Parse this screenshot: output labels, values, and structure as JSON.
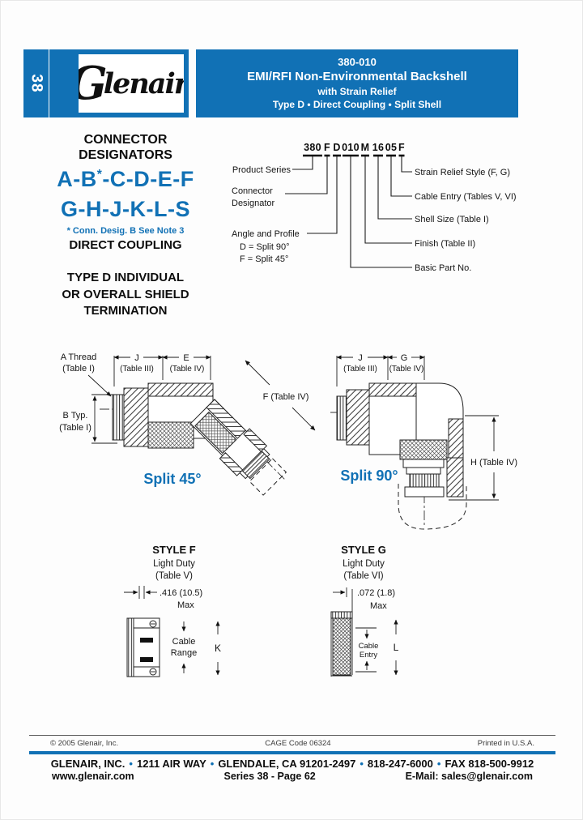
{
  "colors": {
    "brand_blue": "#1171b5"
  },
  "header": {
    "series_tab": "38",
    "logo_g": "G",
    "logo_rest": "lenair",
    "logo_reg": "®",
    "doc_number": "380-010",
    "title": "EMI/RFI Non-Environmental Backshell",
    "subtitle": "with Strain Relief",
    "type_line": "Type D • Direct Coupling • Split Shell"
  },
  "designators": {
    "heading1": "CONNECTOR",
    "heading2": "DESIGNATORS",
    "row1_pre": "A-B",
    "row1_sup": "*",
    "row1_post": "-C-D-E-F",
    "row2": "G-H-J-K-L-S",
    "note": "* Conn. Desig. B See Note 3",
    "coupling": "DIRECT COUPLING",
    "type1": "TYPE D INDIVIDUAL",
    "type2": "OR OVERALL SHIELD",
    "type3": "TERMINATION"
  },
  "pn": {
    "segments": [
      "380",
      "F",
      "D",
      "010",
      "M",
      "16",
      "05",
      "F"
    ],
    "product_series": "Product Series",
    "connector1": "Connector",
    "connector2": "Designator",
    "angle": "Angle and Profile",
    "angle_d": "D = Split 90°",
    "angle_f": "F = Split 45°",
    "strain": "Strain Relief Style (F, G)",
    "cable": "Cable Entry (Tables V, VI)",
    "shell": "Shell Size (Table I)",
    "finish": "Finish (Table II)",
    "basic": "Basic Part No."
  },
  "split45": {
    "a1": "A Thread",
    "a2": "(Table I)",
    "j": "J",
    "jt": "(Table III)",
    "e": "E",
    "et": "(Table IV)",
    "f": "F (Table IV)",
    "b1": "B Typ.",
    "b2": "(Table I)",
    "caption": "Split 45°"
  },
  "split90": {
    "j": "J",
    "jt": "(Table III)",
    "g": "G",
    "gt": "(Table IV)",
    "h": "H (Table IV)",
    "caption": "Split 90°"
  },
  "styleF": {
    "title": "STYLE F",
    "duty": "Light Duty",
    "table": "(Table V)",
    "dim": ".416 (10.5)",
    "max": "Max",
    "c1": "Cable",
    "c2": "Range",
    "k": "K"
  },
  "styleG": {
    "title": "STYLE G",
    "duty": "Light Duty",
    "table": "(Table VI)",
    "dim": ".072 (1.8)",
    "max": "Max",
    "c1": "Cable",
    "c2": "Entry",
    "l": "L"
  },
  "footer": {
    "copyright": "© 2005 Glenair, Inc.",
    "cage": "CAGE Code 06324",
    "printed": "Printed in U.S.A.",
    "bullet": "•",
    "addr0": "GLENAIR, INC.",
    "addr1": "1211 AIR WAY",
    "addr2": "GLENDALE, CA 91201-2497",
    "addr3": "818-247-6000",
    "addr4": "FAX 818-500-9912",
    "website": "www.glenair.com",
    "series_page": "Series 38 - Page 62",
    "email": "E-Mail: sales@glenair.com"
  }
}
